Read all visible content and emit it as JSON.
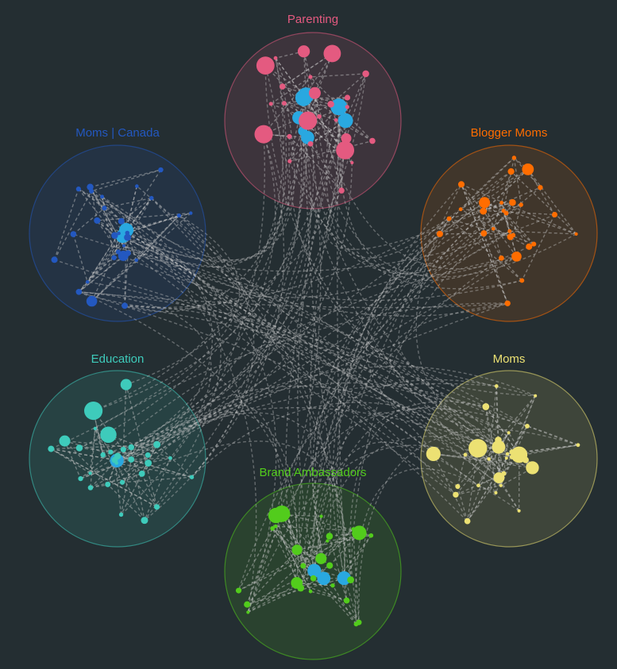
{
  "title": "Community network clusters",
  "shared_node_color": "#29a8e0",
  "clusters": [
    {
      "id": "parenting",
      "label": "Parenting",
      "color": "#e45a80",
      "nodes": 34,
      "shared_nodes": 8
    },
    {
      "id": "moms-canada",
      "label": "Moms | Canada",
      "color": "#2358c0",
      "nodes": 30,
      "shared_nodes": 2
    },
    {
      "id": "blogger-moms",
      "label": "Blogger Moms",
      "color": "#ff6d00",
      "nodes": 28,
      "shared_nodes": 0
    },
    {
      "id": "education",
      "label": "Education",
      "color": "#3ecbbb",
      "nodes": 30,
      "shared_nodes": 1
    },
    {
      "id": "moms",
      "label": "Moms",
      "color": "#ece173",
      "nodes": 30,
      "shared_nodes": 0
    },
    {
      "id": "brand-ambassadors",
      "label": "Brand Ambassadors",
      "color": "#52cc1c",
      "nodes": 32,
      "shared_nodes": 3
    }
  ]
}
